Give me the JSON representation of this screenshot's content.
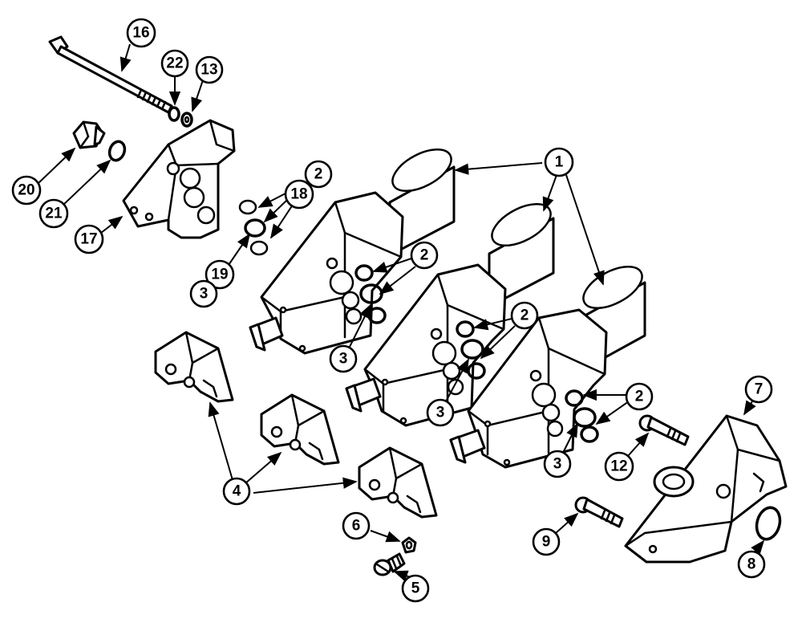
{
  "callouts": {
    "c1": "1",
    "c2a": "2",
    "c2b": "2",
    "c2c": "2",
    "c2d": "2",
    "c3a": "3",
    "c3b": "3",
    "c3c": "3",
    "c3d": "3",
    "c4": "4",
    "c5": "5",
    "c6": "6",
    "c7": "7",
    "c8": "8",
    "c9": "9",
    "c12": "12",
    "c13": "13",
    "c16": "16",
    "c17": "17",
    "c18": "18",
    "c19": "19",
    "c20": "20",
    "c21": "21",
    "c22": "22"
  }
}
